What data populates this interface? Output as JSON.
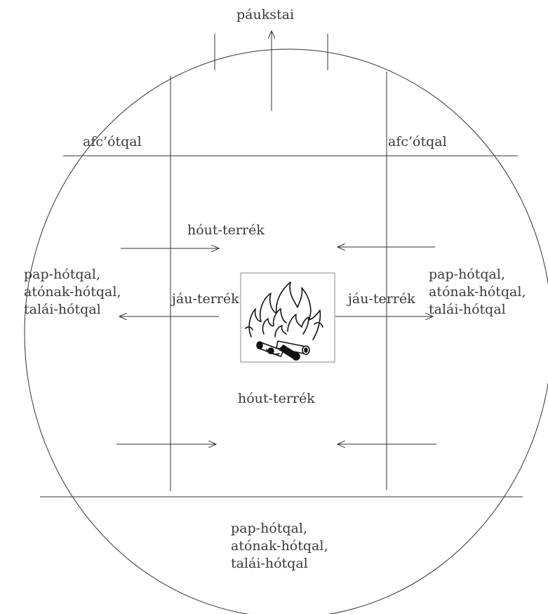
{
  "labels": {
    "top": "páukstai",
    "corner_left": "afc’ótqal",
    "corner_right": "afc’ótqal",
    "hout_upper": "hóut-terrék",
    "hout_lower": "hóut-terrék",
    "jau_left": "jáu-terrék",
    "jau_right": "jáu-terrék"
  },
  "groups": {
    "left": [
      "pap-hótqal,",
      "atónak-hótqal,",
      "talái-hótqal"
    ],
    "right": [
      "pap-hótqal,",
      "atónak-hótqal,",
      "talái-hótqal"
    ],
    "bottom": [
      "pap-hótqal,",
      "atónak-hótqal,",
      "talái-hótqal"
    ]
  },
  "icons": {
    "center": "campfire-icon"
  },
  "colors": {
    "line": "#333333",
    "text": "#3a3a3a",
    "box_border": "#888888"
  }
}
